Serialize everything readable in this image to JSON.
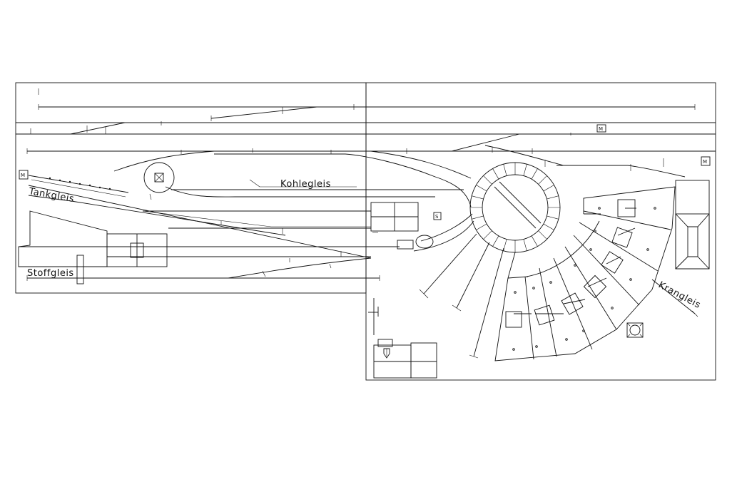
{
  "labels": {
    "kohlegleis": "Kohlegleis",
    "tankgleis": "Tankgleis",
    "stoffgleis": "Stoffgleis",
    "krangleis": "Krangleis"
  },
  "symbols": {
    "m1": "M",
    "m2": "M",
    "m3": "M",
    "s": "S"
  },
  "colors": {
    "line": "#111111",
    "background": "#ffffff"
  }
}
